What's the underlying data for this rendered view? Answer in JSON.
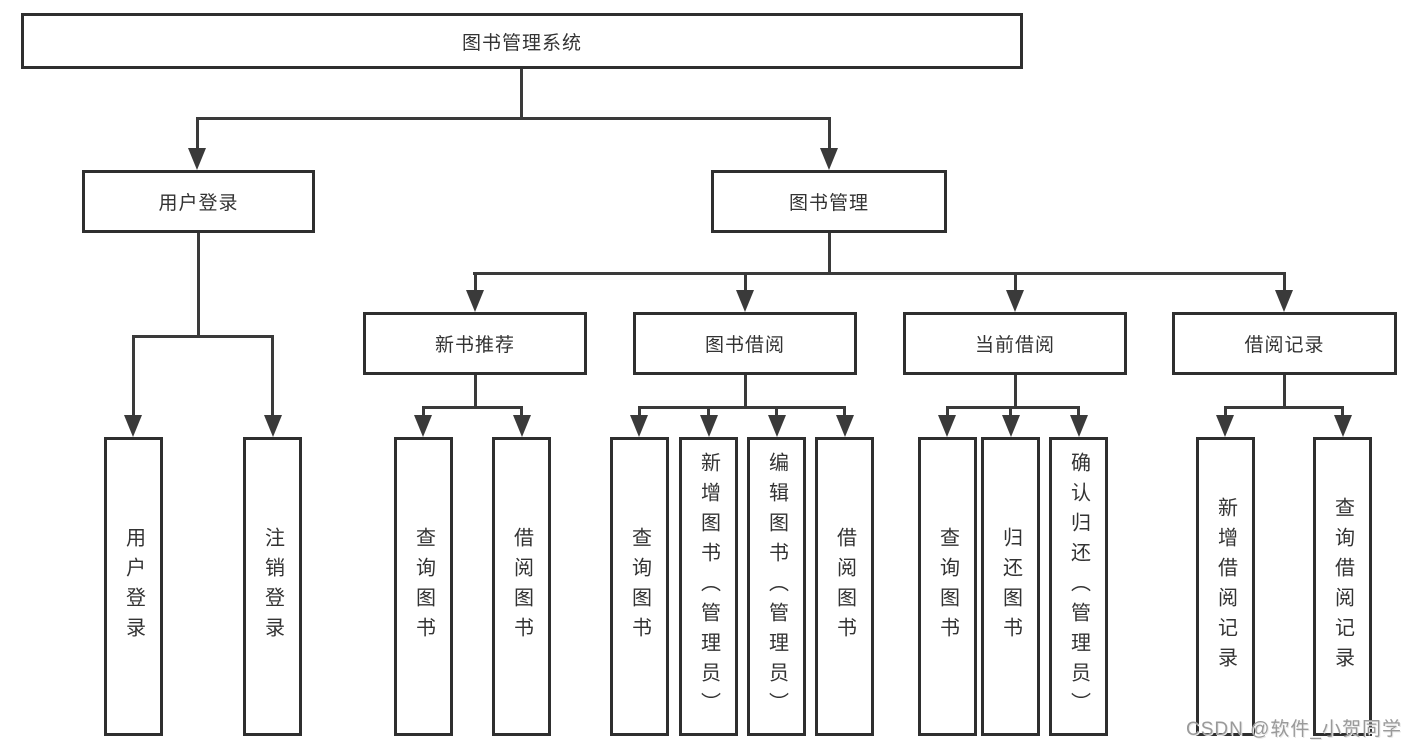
{
  "nodes": {
    "root": "图书管理系统",
    "user_login": "用户登录",
    "book_mgmt": "图书管理",
    "new_book_rec": "新书推荐",
    "book_borrow": "图书借阅",
    "current_borrow": "当前借阅",
    "borrow_record": "借阅记录",
    "leaf_user_login": "用户登录",
    "leaf_logout": "注销登录",
    "leaf_query_book_rec": "查询图书",
    "leaf_borrow_book_rec": "借阅图书",
    "leaf_query_book_borrow": "查询图书",
    "leaf_add_book": "新增图书（管理员）",
    "leaf_edit_book": "编辑图书（管理员）",
    "leaf_borrow_book_borrow": "借阅图书",
    "leaf_query_book_current": "查询图书",
    "leaf_return_book": "归还图书",
    "leaf_confirm_return": "确认归还（管理员）",
    "leaf_add_borrow_record": "新增借阅记录",
    "leaf_query_borrow_record": "查询借阅记录"
  },
  "hierarchy": {
    "图书管理系统": [
      "用户登录",
      "图书管理"
    ],
    "用户登录": [
      "用户登录",
      "注销登录"
    ],
    "图书管理": [
      "新书推荐",
      "图书借阅",
      "当前借阅",
      "借阅记录"
    ],
    "新书推荐": [
      "查询图书",
      "借阅图书"
    ],
    "图书借阅": [
      "查询图书",
      "新增图书（管理员）",
      "编辑图书（管理员）",
      "借阅图书"
    ],
    "当前借阅": [
      "查询图书",
      "归还图书",
      "确认归还（管理员）"
    ],
    "借阅记录": [
      "新增借阅记录",
      "查询借阅记录"
    ]
  },
  "colors": {
    "line": "#3a3a3a",
    "box_border": "#2f2f2f",
    "text": "#333333",
    "watermark": "#9a9a9a",
    "background": "#ffffff"
  },
  "watermark": "CSDN @软件_小贺同学"
}
